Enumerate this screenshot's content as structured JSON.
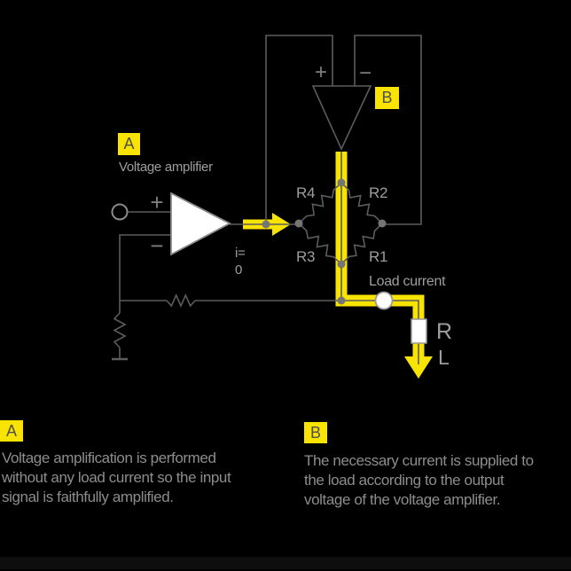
{
  "colors": {
    "background": "#000000",
    "highlight_yellow": "#F9E300",
    "wire_gray": "#5C5C5C",
    "label_gray": "#9E9E9E",
    "note_gray": "#8D8D8D",
    "tag_letter_gray": "#4F4F4F",
    "white": "#FFFFFF"
  },
  "circuit": {
    "amp_a": {
      "tag": "A",
      "title": "Voltage amplifier",
      "plus": "+",
      "minus": "−",
      "output_current_line1": "i=",
      "output_current_line2": "0"
    },
    "amp_b": {
      "tag": "B",
      "plus": "+",
      "minus": "−"
    },
    "bridge": {
      "top_left": "R4",
      "top_right": "R2",
      "bottom_left": "R3",
      "bottom_right": "R1"
    },
    "load": {
      "caption": "Load current",
      "resistor_main": "R",
      "resistor_sub": "L"
    }
  },
  "notes": {
    "a": {
      "tag": "A",
      "lines": [
        "Voltage amplification is performed",
        "without any load current so the input",
        "signal is faithfully amplified."
      ]
    },
    "b": {
      "tag": "B",
      "lines": [
        "The necessary current is supplied to",
        "the load according to the output",
        "voltage of the voltage amplifier."
      ]
    }
  }
}
